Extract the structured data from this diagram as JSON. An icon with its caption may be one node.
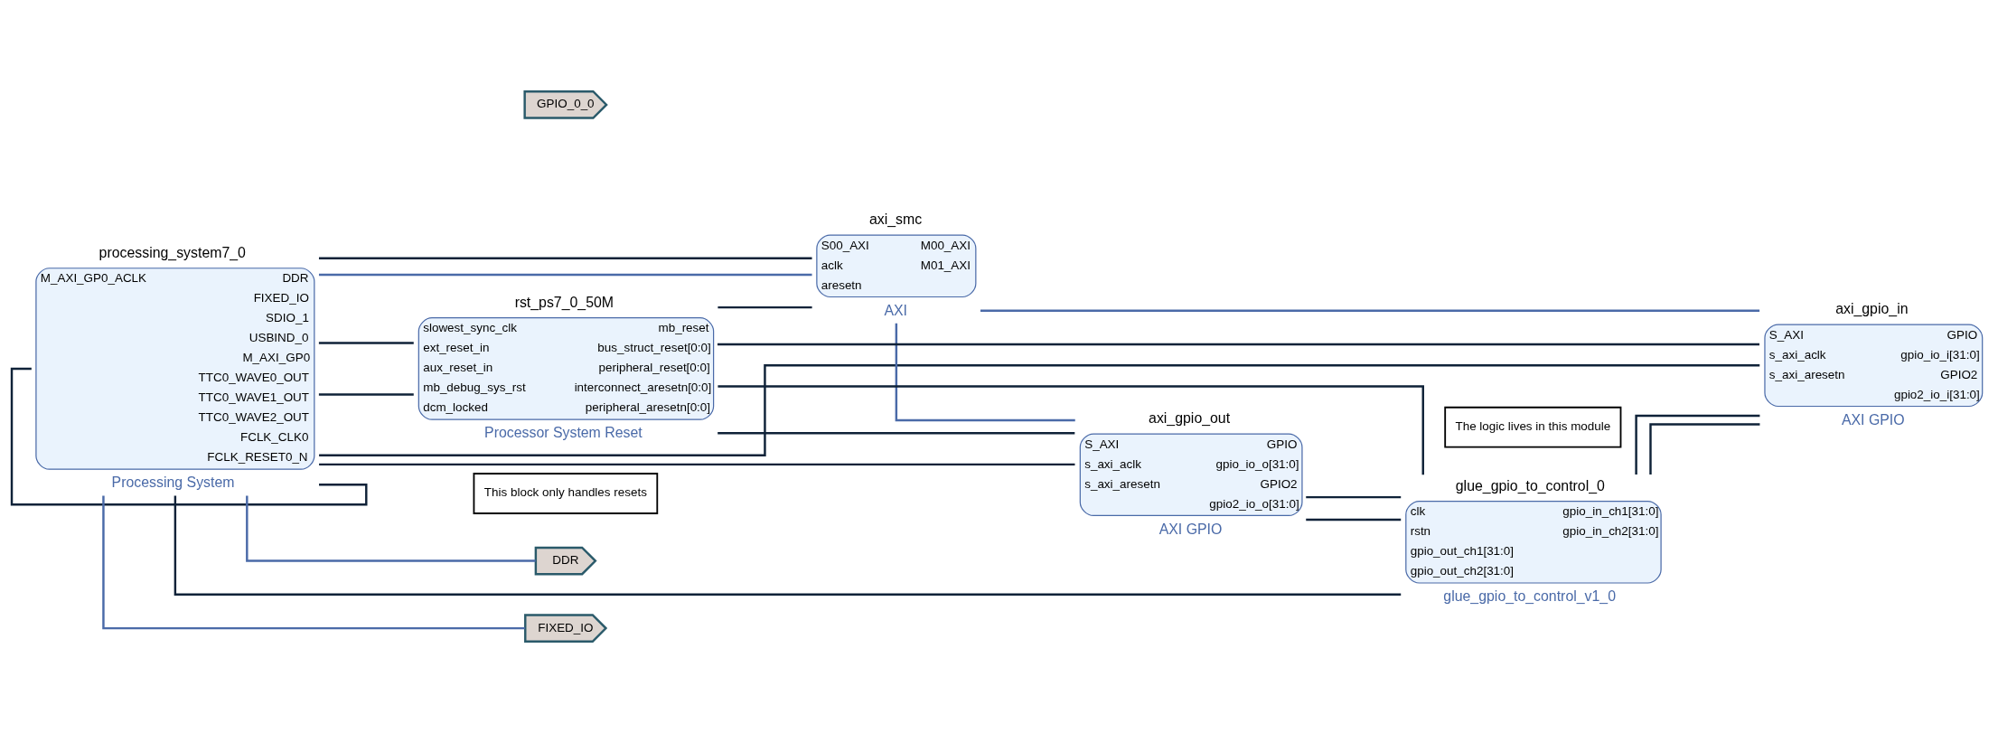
{
  "diagram": {
    "nodes": [
      {
        "text": [
          "processing_system7_0",
          "M_AXI_GP0_ACLK",
          "DDR",
          "FIXED_IO",
          "SDIO_1",
          "USBIND_0",
          "M_AXI_GP0",
          "TTC0_WAVE0_OUT",
          "TTC0_WAVE1_OUT",
          "TTC0_WAVE2_OUT",
          "FCLK_CLK0",
          "FCLK_RESET0_N",
          "Processing System"
        ]
      },
      {
        "text": [
          "axi_smc",
          "S00_AXI",
          "aclk",
          "aresetn",
          "M00_AXI",
          "M01_AXI",
          "AXI"
        ]
      },
      {
        "text": [
          "rst_ps7_0_50M",
          "slowest_sync_clk",
          "ext_reset_in",
          "aux_reset_in",
          "mb_debug_sys_rst",
          "dcm_locked",
          "mb_reset",
          "bus_struct_reset[0:0]",
          "peripheral_reset[0:0]",
          "interconnect_aresetn[0:0]",
          "peripheral_aresetn[0:0]",
          "Processor System Reset"
        ]
      },
      {
        "text": [
          "This block only handles resets"
        ]
      },
      {
        "text": [
          "The logic lives in this module"
        ]
      },
      {
        "text": [
          "glue_gpio_to_control_0",
          "clk",
          "rstn",
          "gpio_out_ch1[31:0]",
          "gpio_out_ch2[31:0]",
          "gpio_in_ch1[31:0]",
          "gpio_in_ch2[31:0]",
          "glue_gpio_to_control_v1_0"
        ]
      },
      {
        "text": [
          "axi_gpio_out",
          "S_AXI",
          "s_axi_aclk",
          "s_axi_aresetn",
          "GPIO",
          "gpio_io_o[31:0]",
          "GPIO2",
          "gpio2_io_o[31:0]",
          "AXI GPIO"
        ]
      },
      {
        "text": [
          "axi_gpio_in",
          "S_AXI",
          "s_axi_aclk",
          "s_axi_aresetn",
          "GPIO",
          "gpio_io_i[31:0]",
          "GPIO2",
          "gpio2_io_i[31:0]",
          "AXI GPIO"
        ]
      },
      {
        "text": [
          "DDR"
        ]
      },
      {
        "text": [
          "GPIO_0_0"
        ]
      },
      {
        "text": [
          "FIXED_IO"
        ]
      }
    ],
    "edges": [
      {
        "from": 0,
        "to": 8,
        "arrow": "none",
        "color": "#4a6aa8"
      },
      {
        "from": 0,
        "to": 10,
        "arrow": "none",
        "color": "#4a6aa8"
      },
      {
        "from": 0,
        "to": 1,
        "arrow": "none",
        "color": "#4a6aa8"
      },
      {
        "from": 0,
        "to": 0,
        "arrow": "none"
      },
      {
        "from": 0,
        "to": 2,
        "arrow": "none"
      },
      {
        "from": 0,
        "to": 1,
        "arrow": "none"
      },
      {
        "from": 0,
        "to": 6,
        "arrow": "none"
      },
      {
        "from": 0,
        "to": 7,
        "arrow": "none"
      },
      {
        "from": 0,
        "to": 5,
        "arrow": "none"
      },
      {
        "from": 0,
        "to": 2,
        "arrow": "none"
      },
      {
        "from": 2,
        "to": 1,
        "arrow": "none"
      },
      {
        "from": 2,
        "to": 6,
        "arrow": "none"
      },
      {
        "from": 2,
        "to": 7,
        "arrow": "none"
      },
      {
        "from": 2,
        "to": 5,
        "arrow": "none"
      },
      {
        "from": 1,
        "to": 6,
        "arrow": "none",
        "color": "#4a6aa8"
      },
      {
        "from": 1,
        "to": 7,
        "arrow": "none",
        "color": "#4a6aa8"
      },
      {
        "from": 6,
        "to": 5,
        "arrow": "none"
      },
      {
        "from": 6,
        "to": 5,
        "arrow": "none"
      },
      {
        "from": 5,
        "to": 7,
        "arrow": "none"
      },
      {
        "from": 5,
        "to": 7,
        "arrow": "none"
      }
    ]
  }
}
